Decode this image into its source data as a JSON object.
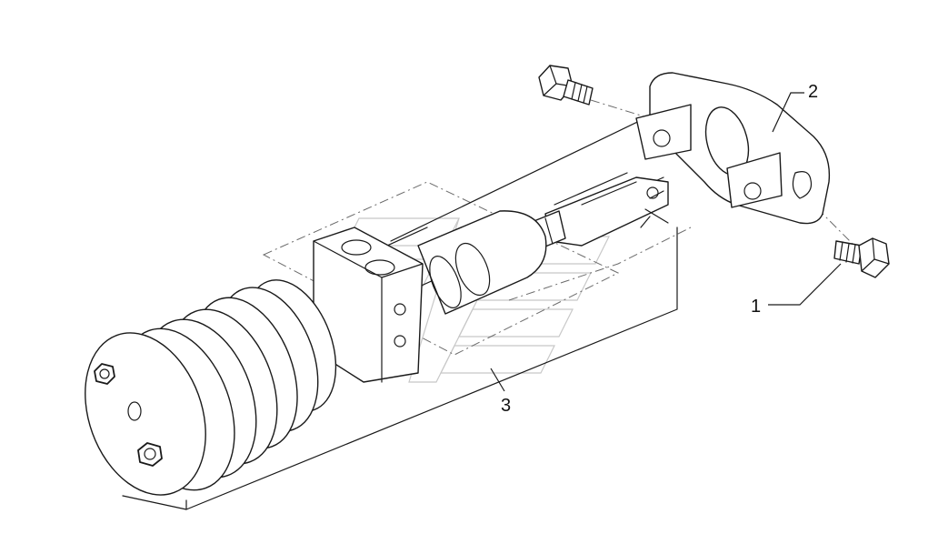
{
  "callouts": [
    {
      "label": "1",
      "part": "bolt"
    },
    {
      "label": "2",
      "part": "bracket"
    },
    {
      "label": "3",
      "part": "cylinder-assembly"
    }
  ]
}
